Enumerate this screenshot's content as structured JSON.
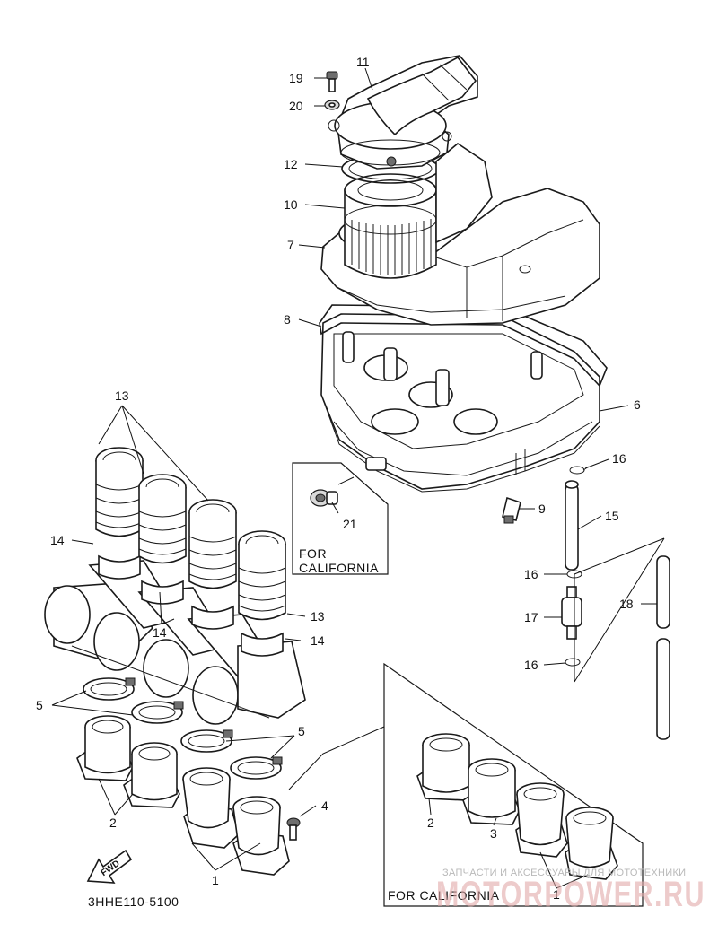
{
  "diagram": {
    "part_numbers": [
      "1",
      "2",
      "3",
      "4",
      "5",
      "6",
      "7",
      "8",
      "9",
      "10",
      "11",
      "12",
      "13",
      "14",
      "15",
      "16",
      "17",
      "18",
      "19",
      "20",
      "21"
    ],
    "callouts": {
      "c19": "19",
      "c20": "20",
      "c11": "11",
      "c12": "12",
      "c10": "10",
      "c7": "7",
      "c8": "8",
      "c6": "6",
      "c16a": "16",
      "c9": "9",
      "c15": "15",
      "c16b": "16",
      "c17": "17",
      "c18": "18",
      "c16c": "16",
      "c21": "21",
      "c13a": "13",
      "c14a": "14",
      "c13b": "13",
      "c14b": "14",
      "c14c": "14",
      "c5a": "5",
      "c5b": "5",
      "c2a": "2",
      "c1a": "1",
      "c4": "4",
      "c2b": "2",
      "c3": "3",
      "c1b": "1"
    },
    "inset_california_small": "FOR\nCALIFORNIA",
    "inset_california_small_line1": "FOR",
    "inset_california_small_line2": "CALIFORNIA",
    "inset_california_large": "FOR CALIFORNIA",
    "fwd_arrow_label": "FWD",
    "catalog_code": "3HHE110-5100",
    "watermark_text": "ЗАПЧАСТИ И АКСЕССУАРЫ ДЛЯ МОТОТЕХНИКИ",
    "watermark_logo": "MOTORPOWER.RU",
    "colors": {
      "ink": "#1a1a1a",
      "paper": "#ffffff",
      "watermark": "#b9b9b9"
    }
  }
}
